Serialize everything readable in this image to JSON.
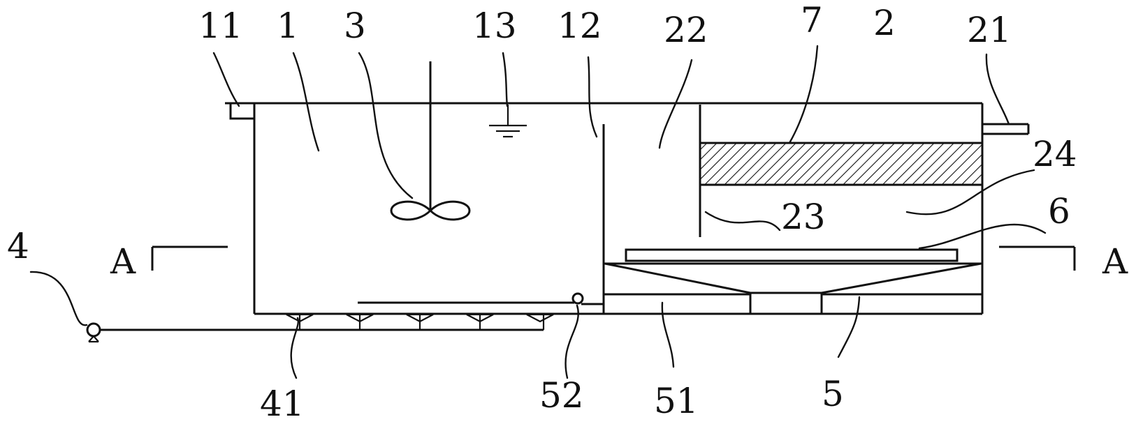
{
  "labels": {
    "n11": "11",
    "n1": "1",
    "n3": "3",
    "n13": "13",
    "n12": "12",
    "n22": "22",
    "n7": "7",
    "n2": "2",
    "n21": "21",
    "n24": "24",
    "n23": "23",
    "n6": "6",
    "n4": "4",
    "sectionLeft": "A",
    "sectionRight": "A",
    "n41": "41",
    "n52": "52",
    "n51": "51",
    "n5": "5"
  },
  "colors": {
    "line": "#111111",
    "background": "#ffffff"
  }
}
